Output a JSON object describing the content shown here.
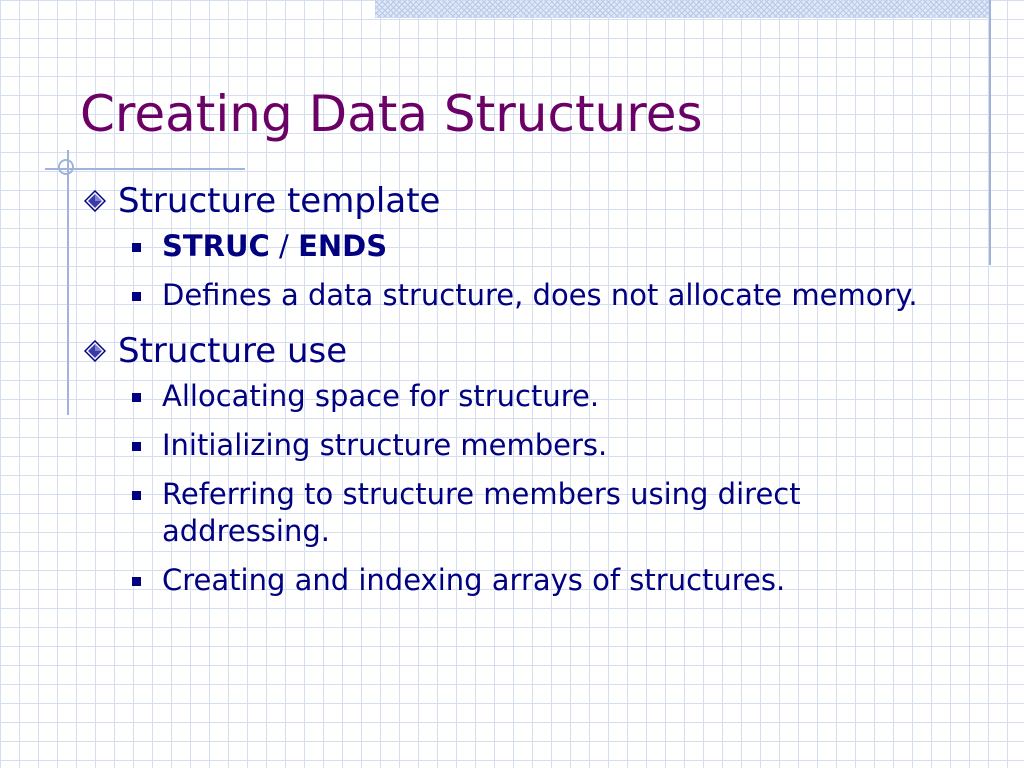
{
  "slide": {
    "title": "Creating Data Structures",
    "sections": [
      {
        "heading": "Structure template",
        "items": [
          {
            "kw1": "STRUC",
            "sep": " / ",
            "kw2": "ENDS"
          },
          {
            "text": "Defines a data structure, does not allocate memory."
          }
        ]
      },
      {
        "heading": "Structure use",
        "items": [
          {
            "text": "Allocating space for structure."
          },
          {
            "text": "Initializing structure members."
          },
          {
            "text": "Referring to structure members using direct addressing."
          },
          {
            "text": "Creating and indexing arrays of structures."
          }
        ]
      }
    ]
  },
  "theme": {
    "title_color": "#6b0066",
    "text_color": "#000080",
    "grid_color": "#d6dff0",
    "accent_line_color": "#9fb3dd",
    "bullet_icons": [
      "diamond-bullet-icon",
      "square-bullet-icon"
    ]
  }
}
